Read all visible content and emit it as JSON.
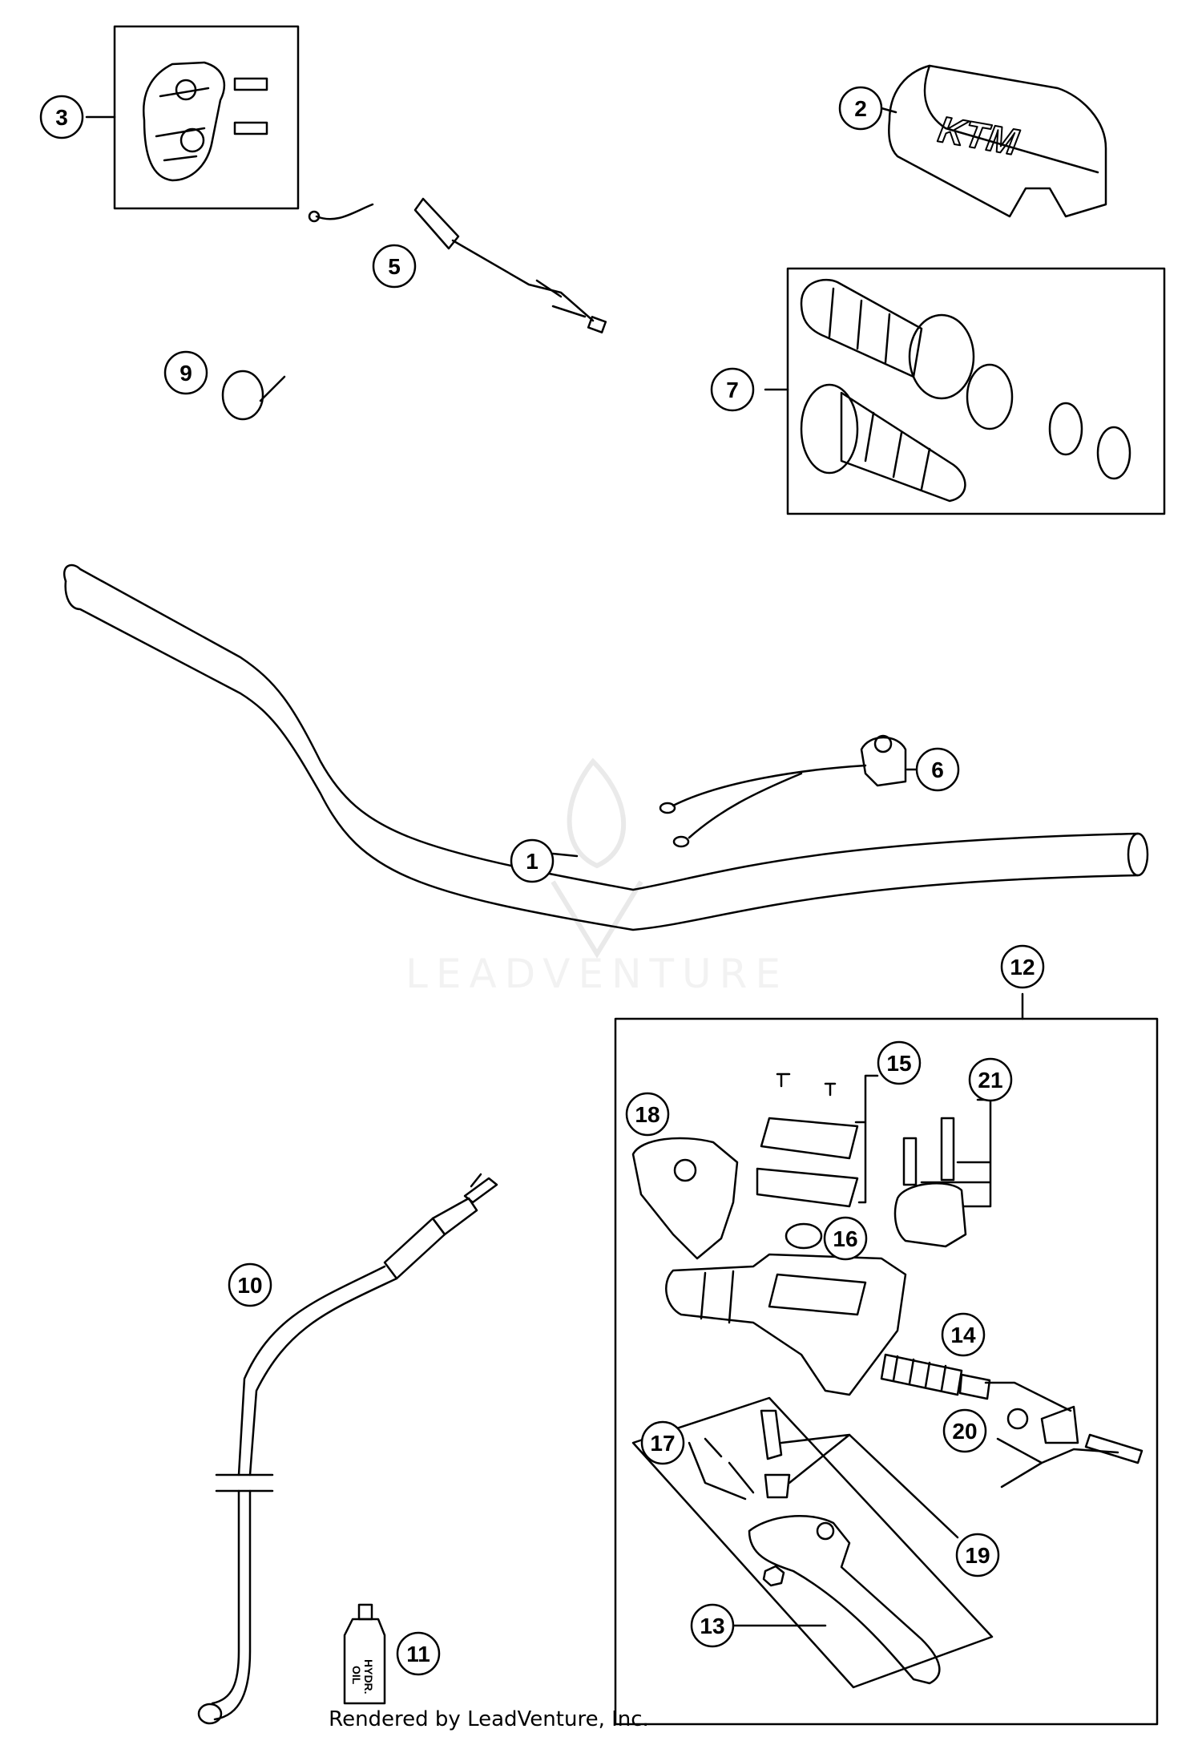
{
  "diagram": {
    "callouts": [
      {
        "id": "3",
        "label": "3"
      },
      {
        "id": "2",
        "label": "2"
      },
      {
        "id": "5",
        "label": "5"
      },
      {
        "id": "9",
        "label": "9"
      },
      {
        "id": "7",
        "label": "7"
      },
      {
        "id": "6",
        "label": "6"
      },
      {
        "id": "1",
        "label": "1"
      },
      {
        "id": "12",
        "label": "12"
      },
      {
        "id": "15",
        "label": "15"
      },
      {
        "id": "21",
        "label": "21"
      },
      {
        "id": "18",
        "label": "18"
      },
      {
        "id": "16",
        "label": "16"
      },
      {
        "id": "10",
        "label": "10"
      },
      {
        "id": "14",
        "label": "14"
      },
      {
        "id": "20",
        "label": "20"
      },
      {
        "id": "17",
        "label": "17"
      },
      {
        "id": "19",
        "label": "19"
      },
      {
        "id": "13",
        "label": "13"
      },
      {
        "id": "11",
        "label": "11"
      }
    ],
    "product_text": {
      "pad_logo": "KTM",
      "oil_label_1": "HYDR.",
      "oil_label_2": "OIL"
    },
    "watermark": "LEADVENTURE",
    "footer": "Rendered by LeadVenture, Inc."
  }
}
